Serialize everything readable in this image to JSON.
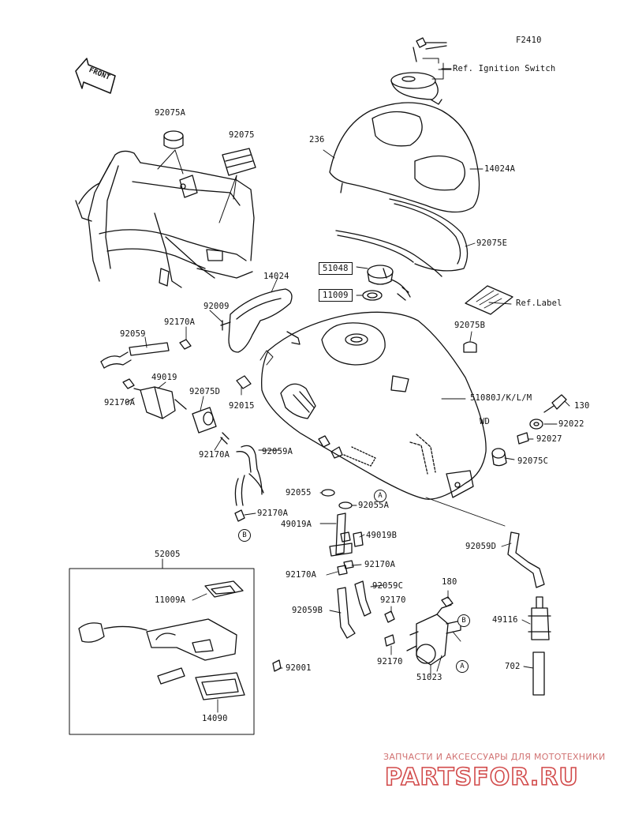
{
  "figure_code": "F2410",
  "front_label": "FRONT",
  "labels": {
    "ign_ref": "Ref. Ignition Switch",
    "p92075A": "92075A",
    "p92075": "92075",
    "p236": "236",
    "p14024A": "14024A",
    "p92075E": "92075E",
    "p51048": "51048",
    "p11009": "11009",
    "p14024": "14024",
    "ref_label": "Ref.Label",
    "p92009": "92009",
    "p92170A_1": "92170A",
    "p92059": "92059",
    "p92075B": "92075B",
    "p49019": "49019",
    "p92170A_2": "92170A",
    "p92075D": "92075D",
    "p92015": "92015",
    "p51080": "51080J/K/L/M",
    "wd": "WD",
    "p130": "130",
    "p92022": "92022",
    "p92027": "92027",
    "p92170A_3": "92170A",
    "p92059A": "92059A",
    "p92075C": "92075C",
    "p92055": "92055",
    "p92055A": "92055A",
    "p92170A_4": "92170A",
    "p49019A": "49019A",
    "p49019B": "49019B",
    "p92059D": "92059D",
    "p52005": "52005",
    "p11009A": "11009A",
    "p92170A_5": "92170A",
    "p92170A_6": "92170A",
    "p180": "180",
    "p92059C": "92059C",
    "p92170_1": "92170",
    "p92059B": "92059B",
    "p49116": "49116",
    "p92001": "92001",
    "p92170_2": "92170",
    "p51023": "51023",
    "p702": "702",
    "p14090": "14090"
  },
  "callouts": {
    "A1": "A",
    "B1": "B",
    "A2": "A",
    "B2": "B"
  },
  "watermark": {
    "caption": "ЗАПЧАСТИ И АКСЕССУАРЫ ДЛЯ МОТОТЕХНИКИ",
    "brand": "PARTSFOR.RU",
    "color": "#d24b4b"
  }
}
